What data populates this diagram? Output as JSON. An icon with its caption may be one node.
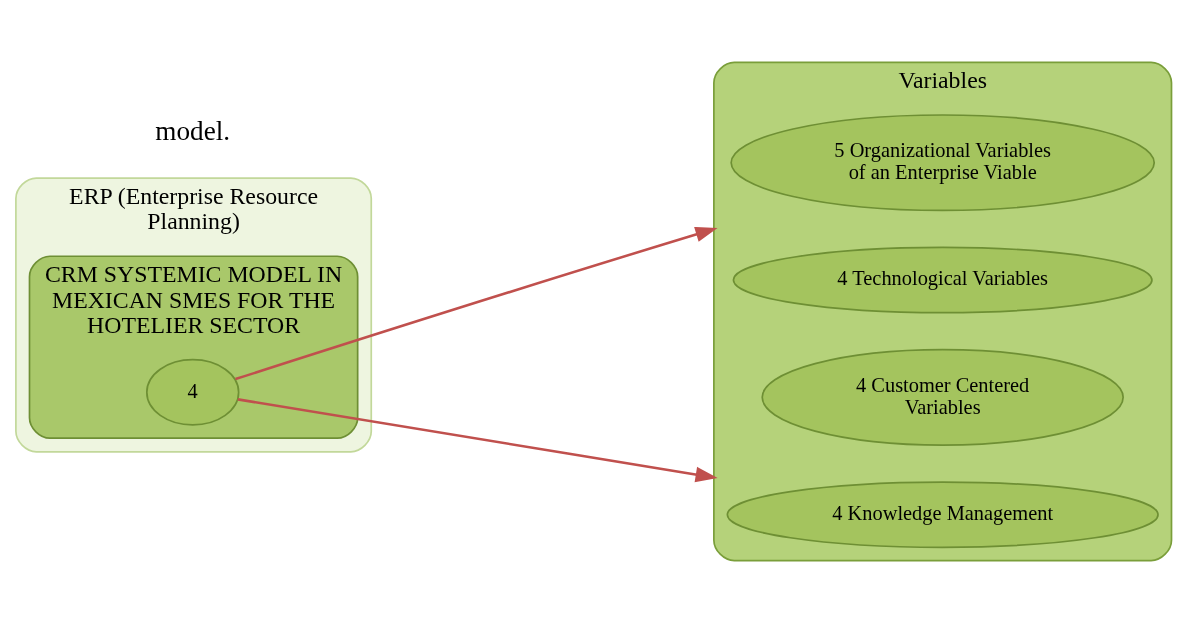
{
  "diagram": {
    "nodes": [
      {
        "text": [
          "ERP (Enterprise Resource Planning)"
        ]
      },
      {
        "text": [
          "CRM SYSTEMIC MODEL IN MEXICAN SMES FOR THE HOTELIER SECTOR"
        ],
        "in": 0
      },
      {
        "text": [
          "4"
        ],
        "in": 1
      },
      {
        "text": [
          "Variables"
        ]
      },
      {
        "text": [
          "5 Organizational Variables of an Enterprise Viable"
        ],
        "in": 3
      },
      {
        "text": [
          "4 Technological Variables"
        ],
        "in": 3
      },
      {
        "text": [
          "4 Customer Centered Variables"
        ],
        "in": 3
      },
      {
        "text": [
          "4 Knowledge Management"
        ],
        "in": 3
      }
    ],
    "edges": [
      {
        "from": 2,
        "to": 3,
        "arrow": "to"
      },
      {
        "from": 2,
        "to": 3,
        "arrow": "to"
      }
    ],
    "labels": [
      "model."
    ]
  }
}
